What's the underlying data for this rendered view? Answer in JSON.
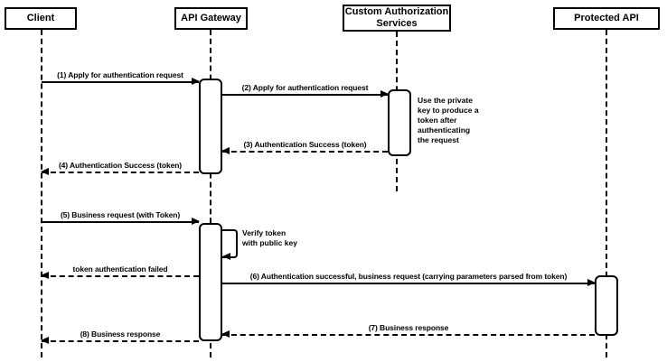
{
  "diagram": {
    "type": "uml-sequence-diagram",
    "participants": [
      {
        "name": "Client"
      },
      {
        "name": "API Gateway"
      },
      {
        "name": "Custom Authorization Services"
      },
      {
        "name": "Protected API"
      }
    ],
    "messages": [
      {
        "label": "(1) Apply for authentication request",
        "from": "Client",
        "to": "API Gateway",
        "style": "solid"
      },
      {
        "label": "(2) Apply for authentication request",
        "from": "API Gateway",
        "to": "Custom Authorization Services",
        "style": "solid"
      },
      {
        "label": "(3) Authentication Success (token)",
        "from": "Custom Authorization Services",
        "to": "API Gateway",
        "style": "dashed"
      },
      {
        "label": "(4) Authentication Success (token)",
        "from": "API Gateway",
        "to": "Client",
        "style": "dashed"
      },
      {
        "label": "(5) Business request (with Token)",
        "from": "Client",
        "to": "API Gateway",
        "style": "solid"
      },
      {
        "label": "token authentication failed",
        "from": "API Gateway",
        "to": "Client",
        "style": "dashed"
      },
      {
        "label": "(6) Authentication successful, business request (carrying parameters parsed from token)",
        "from": "API Gateway",
        "to": "Protected API",
        "style": "solid"
      },
      {
        "label": "(7) Business response",
        "from": "Protected API",
        "to": "API Gateway",
        "style": "dashed"
      },
      {
        "label": "(8) Business response",
        "from": "API Gateway",
        "to": "Client",
        "style": "dashed"
      }
    ],
    "notes": [
      {
        "text": "Use the private\nkey to produce a\ntoken after\nauthenticating\nthe request",
        "attached_to": "Custom Authorization Services"
      },
      {
        "text": "Verify token\nwith public key",
        "attached_to": "API Gateway"
      }
    ],
    "colors": {
      "line": "#000000",
      "background": "#ffffff",
      "fill": "#ffffff"
    }
  }
}
